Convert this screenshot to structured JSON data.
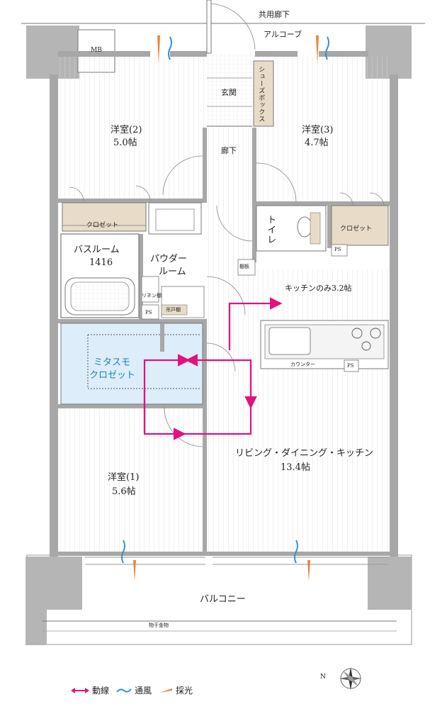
{
  "labels": {
    "kyoyo_roka": "共用廊下",
    "alcove": "アルコーブ",
    "mb": "MB",
    "shoes_box": "シューズボックス",
    "genkan": "玄関",
    "roka": "廊下",
    "yoshitsu2": "洋室(2)",
    "yoshitsu2_size": "5.0帖",
    "yoshitsu3": "洋室(3)",
    "yoshitsu3_size": "4.7帖",
    "closet1": "クロゼット",
    "closet2": "クロゼット",
    "toilet": "トイレ",
    "bathroom": "バスルーム",
    "bathroom_size": "1416",
    "powder": "パウダー",
    "powder2": "ルーム",
    "linen": "リネン棚",
    "tsuridana": "吊戸棚",
    "ps1": "PS",
    "ps2": "PS",
    "ps3": "PS",
    "tana": "棚板",
    "kitchen_only": "キッチンのみ3.2帖",
    "counter": "カウンター",
    "mitasumo": "ミタスモ",
    "mitasumo_closet": "クロゼット",
    "ldk": "リビング・ダイニング・キッチン",
    "ldk_size": "13.4帖",
    "yoshitsu1": "洋室(1)",
    "yoshitsu1_size": "5.6帖",
    "balcony": "バルコニー",
    "monohoshi": "物干金物",
    "north": "N"
  },
  "legend": {
    "dosen": "動線",
    "tsufu": "通風",
    "saiko": "採光"
  },
  "colors": {
    "wall": "#a7a7a7",
    "floor_line": "#d9d9d9",
    "closet_fill": "#e8dcc8",
    "mitasumo_fill": "#ddeefa",
    "route": "#e0137f",
    "wind": "#3b8fd1",
    "light": "#e8863a"
  }
}
